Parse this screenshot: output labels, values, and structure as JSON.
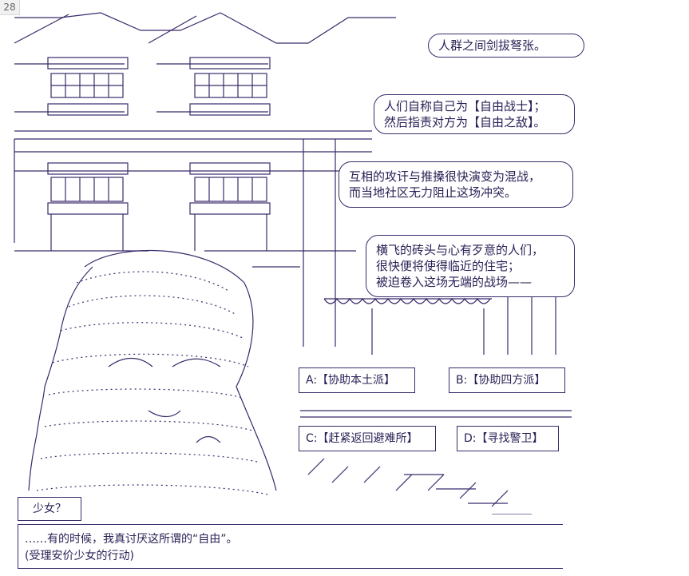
{
  "page_number": "28",
  "bubbles": [
    {
      "lines": [
        "人群之间剑拔弩张。"
      ]
    },
    {
      "lines": [
        "人们自称自己为【自由战士】；",
        "然后指责对方为【自由之敌】。"
      ]
    },
    {
      "lines": [
        "互相的攻讦与推搡很快演变为混战，",
        "而当地社区无力阻止这场冲突。"
      ]
    },
    {
      "lines": [
        "横飞的砖头与心有歹意的人们，",
        "很快便将使得临近的住宅；",
        "被迫卷入这场无端的战场——"
      ]
    }
  ],
  "choices": {
    "a": "A:【协助本土派】",
    "b": "B:【协助四方派】",
    "c": "C:【赶紧返回避难所】",
    "d": "D:【寻找警卫】"
  },
  "speaker": "少女？",
  "dialog": {
    "line1": "……有的时候，我真讨厌这所谓的“自由”。",
    "line2": "(受理安价少女的行动)"
  },
  "colors": {
    "ink": "#3a2a6a",
    "background": "#ffffff"
  }
}
